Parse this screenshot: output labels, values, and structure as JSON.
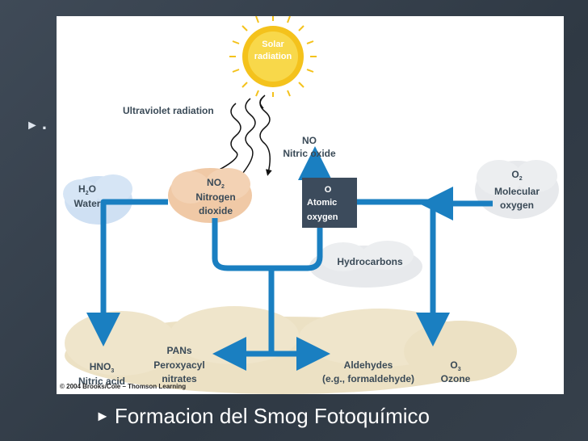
{
  "bullet": {
    "marker": "►",
    "text": "."
  },
  "diagram": {
    "solar": [
      "Solar",
      "radiation"
    ],
    "uv_label": "Ultraviolet radiation",
    "no": [
      "NO",
      "Nitric oxide"
    ],
    "no2": {
      "formula": "NO",
      "sub": "2",
      "lines": [
        "Nitrogen",
        "dioxide"
      ]
    },
    "o_atomic": [
      "O",
      "Atomic",
      "oxygen"
    ],
    "o2": {
      "formula": "O",
      "sub": "2",
      "lines": [
        "Molecular",
        "oxygen"
      ]
    },
    "h2o": {
      "pre": "H",
      "sub": "2",
      "post": "O",
      "name": "Water"
    },
    "hydrocarbons": "Hydrocarbons",
    "hno3": {
      "formula": "HNO",
      "sub": "3",
      "name": "Nitric acid"
    },
    "pans": [
      "PANs",
      "Peroxyacyl",
      "nitrates"
    ],
    "aldehydes": [
      "Aldehydes",
      "(e.g., formaldehyde)"
    ],
    "o3": {
      "formula": "O",
      "sub": "3",
      "name": "Ozone"
    },
    "copyright": "© 2004 Brooks/Cole – Thomson Learning"
  },
  "caption": {
    "marker": "►",
    "text": "Formacion del Smog Fotoquímico"
  },
  "colors": {
    "arrow": "#1a7fc1",
    "sun": "#f4c21c",
    "cloud_water": "#cfe0f3",
    "cloud_no2": "#f0c9a6",
    "cloud_gray": "#e7e9ec",
    "cloud_product": "#ece1c4",
    "atomic_box": "#3c4b5c"
  }
}
